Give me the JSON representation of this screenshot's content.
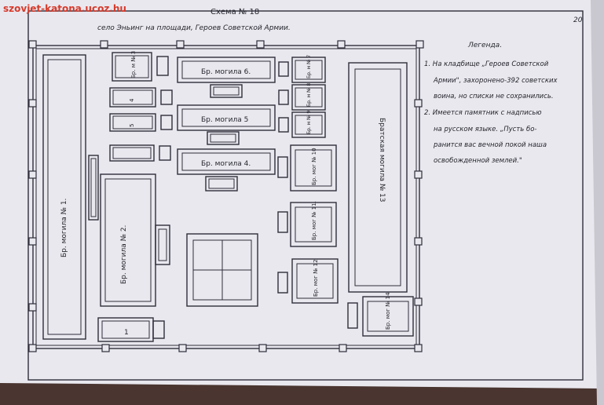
{
  "watermark": "szovjet-katona.ucoz.hu",
  "page_number": "20",
  "title": "Схема № 18",
  "subtitle": "село Эньинг на площади, Героев Советской Армии.",
  "legend": {
    "heading": "Легенда.",
    "lines": [
      "1. На кладбище „Героев Советской",
      "Армии\", захоронено-392 советских",
      "воина, но списки не сохранились.",
      "2. Имеется памятник с надписью",
      "на русском языке. „Пусть бо-",
      "ранится вас вечной покой наша",
      "освобожденной землей.\""
    ]
  },
  "graves": {
    "g1": "Бр. могила № 1.",
    "g2": "Бр. могила № 2.",
    "g1b": "1",
    "g3": "Бр. м № 3",
    "g4": "4",
    "g5": "5",
    "g6": "Бр. могила 6.",
    "g7": "Бр. м № 7",
    "g8": "Бр. м № 8",
    "g9": "Бр. м № 9",
    "g10": "Бр. мог № 10",
    "g11": "Бр. мог № 11.",
    "g12": "Бр. мог № 12",
    "g13": "Братская могила № 13",
    "g14": "Бр. мог № 14",
    "gm5": "Бр. могила 5",
    "gm4": "Бр. могила 4."
  }
}
